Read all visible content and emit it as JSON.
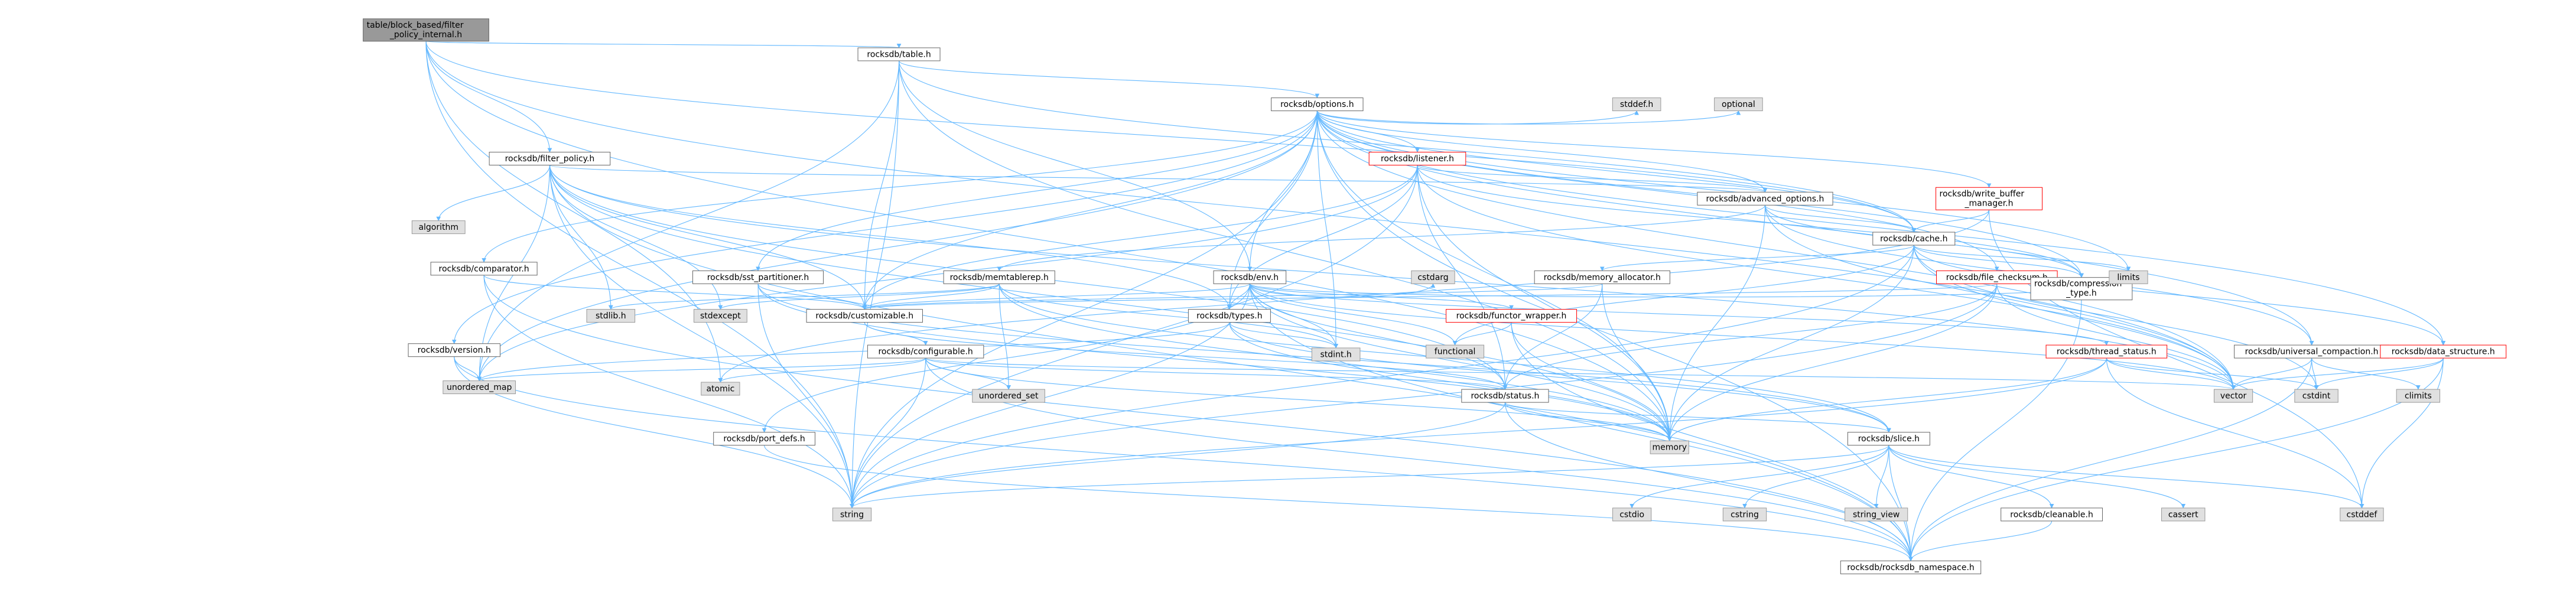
{
  "graph_title": "",
  "colors": {
    "root_fill": "#999999",
    "node_fill": "#ffffff",
    "node_border": "#666666",
    "system_fill": "#e0e0e0",
    "system_border": "#999999",
    "truncated_border": "#ff0000",
    "edge": "#63b8ff"
  },
  "nodes": {
    "root": {
      "lines": [
        "table/block_based/filter",
        "_policy_internal.h"
      ],
      "kind": "root"
    },
    "table": {
      "lines": [
        "rocksdb/table.h"
      ],
      "kind": "header"
    },
    "options": {
      "lines": [
        "rocksdb/options.h"
      ],
      "kind": "header"
    },
    "filter_policy": {
      "lines": [
        "rocksdb/filter_policy.h"
      ],
      "kind": "header"
    },
    "listener": {
      "lines": [
        "rocksdb/listener.h"
      ],
      "kind": "truncated"
    },
    "advanced_options": {
      "lines": [
        "rocksdb/advanced_options.h"
      ],
      "kind": "header"
    },
    "write_buffer_manager": {
      "lines": [
        "rocksdb/write_buffer",
        "_manager.h"
      ],
      "kind": "truncated"
    },
    "cache": {
      "lines": [
        "rocksdb/cache.h"
      ],
      "kind": "header"
    },
    "comparator": {
      "lines": [
        "rocksdb/comparator.h"
      ],
      "kind": "header"
    },
    "sst_partitioner": {
      "lines": [
        "rocksdb/sst_partitioner.h"
      ],
      "kind": "header"
    },
    "memtablerep": {
      "lines": [
        "rocksdb/memtablerep.h"
      ],
      "kind": "header"
    },
    "env": {
      "lines": [
        "rocksdb/env.h"
      ],
      "kind": "header"
    },
    "memory_allocator": {
      "lines": [
        "rocksdb/memory_allocator.h"
      ],
      "kind": "header"
    },
    "file_checksum": {
      "lines": [
        "rocksdb/file_checksum.h"
      ],
      "kind": "truncated"
    },
    "compression_type": {
      "lines": [
        "rocksdb/compression",
        "_type.h"
      ],
      "kind": "header"
    },
    "version": {
      "lines": [
        "rocksdb/version.h"
      ],
      "kind": "header"
    },
    "customizable": {
      "lines": [
        "rocksdb/customizable.h"
      ],
      "kind": "header"
    },
    "types": {
      "lines": [
        "rocksdb/types.h"
      ],
      "kind": "header"
    },
    "functor_wrapper": {
      "lines": [
        "rocksdb/functor_wrapper.h"
      ],
      "kind": "truncated"
    },
    "thread_status": {
      "lines": [
        "rocksdb/thread_status.h"
      ],
      "kind": "truncated"
    },
    "universal_compaction": {
      "lines": [
        "rocksdb/universal_compaction.h"
      ],
      "kind": "header"
    },
    "data_structure": {
      "lines": [
        "rocksdb/data_structure.h"
      ],
      "kind": "truncated"
    },
    "configurable": {
      "lines": [
        "rocksdb/configurable.h"
      ],
      "kind": "header"
    },
    "status": {
      "lines": [
        "rocksdb/status.h"
      ],
      "kind": "header"
    },
    "port_defs": {
      "lines": [
        "rocksdb/port_defs.h"
      ],
      "kind": "header"
    },
    "slice": {
      "lines": [
        "rocksdb/slice.h"
      ],
      "kind": "header"
    },
    "cleanable": {
      "lines": [
        "rocksdb/cleanable.h"
      ],
      "kind": "header"
    },
    "namespace": {
      "lines": [
        "rocksdb/rocksdb_namespace.h"
      ],
      "kind": "header"
    },
    "stddef_h": {
      "lines": [
        "stddef.h"
      ],
      "kind": "system"
    },
    "optional": {
      "lines": [
        "optional"
      ],
      "kind": "system"
    },
    "algorithm": {
      "lines": [
        "algorithm"
      ],
      "kind": "system"
    },
    "limits": {
      "lines": [
        "limits"
      ],
      "kind": "system"
    },
    "stdlib_h": {
      "lines": [
        "stdlib.h"
      ],
      "kind": "system"
    },
    "stdexcept": {
      "lines": [
        "stdexcept"
      ],
      "kind": "system"
    },
    "cstdarg": {
      "lines": [
        "cstdarg"
      ],
      "kind": "system"
    },
    "stdint_h": {
      "lines": [
        "stdint.h"
      ],
      "kind": "system"
    },
    "functional": {
      "lines": [
        "functional"
      ],
      "kind": "system"
    },
    "unordered_map": {
      "lines": [
        "unordered_map"
      ],
      "kind": "system"
    },
    "atomic": {
      "lines": [
        "atomic"
      ],
      "kind": "system"
    },
    "unordered_set": {
      "lines": [
        "unordered_set"
      ],
      "kind": "system"
    },
    "vector": {
      "lines": [
        "vector"
      ],
      "kind": "system"
    },
    "cstdint": {
      "lines": [
        "cstdint"
      ],
      "kind": "system"
    },
    "climits": {
      "lines": [
        "climits"
      ],
      "kind": "system"
    },
    "memory": {
      "lines": [
        "memory"
      ],
      "kind": "system"
    },
    "string": {
      "lines": [
        "string"
      ],
      "kind": "system"
    },
    "cstdio": {
      "lines": [
        "cstdio"
      ],
      "kind": "system"
    },
    "cstring": {
      "lines": [
        "cstring"
      ],
      "kind": "system"
    },
    "string_view": {
      "lines": [
        "string_view"
      ],
      "kind": "system"
    },
    "cassert": {
      "lines": [
        "cassert"
      ],
      "kind": "system"
    },
    "cstddef": {
      "lines": [
        "cstddef"
      ],
      "kind": "system"
    }
  },
  "edges": [
    [
      "root",
      "table"
    ],
    [
      "root",
      "filter_policy"
    ],
    [
      "root",
      "atomic"
    ],
    [
      "root",
      "memory"
    ],
    [
      "root",
      "string"
    ],
    [
      "root",
      "vector"
    ],
    [
      "root",
      "cache"
    ],
    [
      "table",
      "options"
    ],
    [
      "table",
      "customizable"
    ],
    [
      "table",
      "env"
    ],
    [
      "table",
      "cache"
    ],
    [
      "table",
      "memory"
    ],
    [
      "table",
      "string"
    ],
    [
      "table",
      "unordered_map"
    ],
    [
      "options",
      "advanced_options"
    ],
    [
      "options",
      "comparator"
    ],
    [
      "options",
      "compression_type"
    ],
    [
      "options",
      "customizable"
    ],
    [
      "options",
      "data_structure"
    ],
    [
      "options",
      "env"
    ],
    [
      "options",
      "file_checksum"
    ],
    [
      "options",
      "listener"
    ],
    [
      "options",
      "sst_partitioner"
    ],
    [
      "options",
      "types"
    ],
    [
      "options",
      "universal_compaction"
    ],
    [
      "options",
      "version"
    ],
    [
      "options",
      "write_buffer_manager"
    ],
    [
      "options",
      "stddef_h"
    ],
    [
      "options",
      "optional"
    ],
    [
      "options",
      "limits"
    ],
    [
      "options",
      "memory"
    ],
    [
      "options",
      "string"
    ],
    [
      "options",
      "unordered_map"
    ],
    [
      "options",
      "vector"
    ],
    [
      "options",
      "stdint_h"
    ],
    [
      "options",
      "cache"
    ],
    [
      "options",
      "namespace"
    ],
    [
      "filter_policy",
      "advanced_options"
    ],
    [
      "filter_policy",
      "customizable"
    ],
    [
      "filter_policy",
      "status"
    ],
    [
      "filter_policy",
      "types"
    ],
    [
      "filter_policy",
      "algorithm"
    ],
    [
      "filter_policy",
      "stdlib_h"
    ],
    [
      "filter_policy",
      "stdexcept"
    ],
    [
      "filter_policy",
      "memory"
    ],
    [
      "filter_policy",
      "string"
    ],
    [
      "filter_policy",
      "vector"
    ],
    [
      "filter_policy",
      "namespace"
    ],
    [
      "filter_policy",
      "unordered_map"
    ],
    [
      "listener",
      "advanced_options"
    ],
    [
      "listener",
      "compression_type"
    ],
    [
      "listener",
      "customizable"
    ],
    [
      "listener",
      "status"
    ],
    [
      "listener",
      "table_properties_hidden"
    ],
    [
      "listener",
      "types"
    ],
    [
      "listener",
      "memory"
    ],
    [
      "listener",
      "string"
    ],
    [
      "listener",
      "unordered_map"
    ],
    [
      "listener",
      "vector"
    ],
    [
      "advanced_options",
      "cache"
    ],
    [
      "advanced_options",
      "compression_type"
    ],
    [
      "advanced_options",
      "memtablerep"
    ],
    [
      "advanced_options",
      "universal_compaction"
    ],
    [
      "advanced_options",
      "memory"
    ],
    [
      "advanced_options",
      "vector"
    ],
    [
      "write_buffer_manager",
      "cache"
    ],
    [
      "write_buffer_manager",
      "atomic"
    ],
    [
      "write_buffer_manager",
      "cstddef"
    ],
    [
      "cache",
      "compression_type"
    ],
    [
      "cache",
      "data_structure"
    ],
    [
      "cache",
      "memory_allocator"
    ],
    [
      "cache",
      "cstdint"
    ],
    [
      "cache",
      "limits"
    ],
    [
      "cache",
      "memory"
    ],
    [
      "cache",
      "string"
    ],
    [
      "cache",
      "functional"
    ],
    [
      "cache",
      "vector"
    ],
    [
      "comparator",
      "customizable"
    ],
    [
      "comparator",
      "namespace"
    ],
    [
      "comparator",
      "string"
    ],
    [
      "sst_partitioner",
      "customizable"
    ],
    [
      "sst_partitioner",
      "slice"
    ],
    [
      "sst_partitioner",
      "string"
    ],
    [
      "sst_partitioner",
      "memory"
    ],
    [
      "memtablerep",
      "customizable"
    ],
    [
      "memtablerep",
      "slice"
    ],
    [
      "memtablerep",
      "stdint_h"
    ],
    [
      "memtablerep",
      "stdlib_h"
    ],
    [
      "memtablerep",
      "memory"
    ],
    [
      "memtablerep",
      "stdexcept"
    ],
    [
      "memtablerep",
      "unordered_set"
    ],
    [
      "env",
      "customizable"
    ],
    [
      "env",
      "functor_wrapper"
    ],
    [
      "env",
      "port_defs"
    ],
    [
      "env",
      "status"
    ],
    [
      "env",
      "thread_status"
    ],
    [
      "env",
      "types"
    ],
    [
      "env",
      "cstdarg"
    ],
    [
      "env",
      "stdint_h"
    ],
    [
      "env",
      "functional"
    ],
    [
      "env",
      "limits"
    ],
    [
      "env",
      "memory"
    ],
    [
      "env",
      "string"
    ],
    [
      "env",
      "vector"
    ],
    [
      "env",
      "namespace"
    ],
    [
      "memory_allocator",
      "customizable"
    ],
    [
      "memory_allocator",
      "status"
    ],
    [
      "memory_allocator",
      "memory"
    ],
    [
      "file_checksum",
      "customizable"
    ],
    [
      "file_checksum",
      "status"
    ],
    [
      "file_checksum",
      "memory"
    ],
    [
      "file_checksum",
      "string"
    ],
    [
      "file_checksum",
      "vector"
    ],
    [
      "compression_type",
      "namespace"
    ],
    [
      "version",
      "string"
    ],
    [
      "version",
      "unordered_map"
    ],
    [
      "version",
      "namespace"
    ],
    [
      "customizable",
      "configurable"
    ],
    [
      "customizable",
      "status"
    ],
    [
      "types",
      "slice"
    ],
    [
      "types",
      "stdint_h"
    ],
    [
      "types",
      "memory"
    ],
    [
      "types",
      "unordered_map"
    ],
    [
      "functor_wrapper",
      "memory"
    ],
    [
      "functor_wrapper",
      "functional"
    ],
    [
      "functor_wrapper",
      "utility_hidden"
    ],
    [
      "functor_wrapper",
      "namespace"
    ],
    [
      "thread_status",
      "cstddef"
    ],
    [
      "thread_status",
      "cstdint"
    ],
    [
      "thread_status",
      "memory"
    ],
    [
      "thread_status",
      "string"
    ],
    [
      "thread_status",
      "vector"
    ],
    [
      "universal_compaction",
      "climits"
    ],
    [
      "universal_compaction",
      "cstdint"
    ],
    [
      "universal_compaction",
      "vector"
    ],
    [
      "universal_compaction",
      "namespace"
    ],
    [
      "data_structure",
      "cstddef"
    ],
    [
      "data_structure",
      "cstdint"
    ],
    [
      "data_structure",
      "vector"
    ],
    [
      "data_structure",
      "namespace"
    ],
    [
      "configurable",
      "atomic"
    ],
    [
      "configurable",
      "string"
    ],
    [
      "configurable",
      "memory"
    ],
    [
      "configurable",
      "unordered_map"
    ],
    [
      "configurable",
      "unordered_set"
    ],
    [
      "configurable",
      "vector"
    ],
    [
      "configurable",
      "status"
    ],
    [
      "configurable",
      "namespace"
    ],
    [
      "status",
      "memory"
    ],
    [
      "status",
      "string"
    ],
    [
      "status",
      "slice"
    ],
    [
      "status",
      "namespace"
    ],
    [
      "port_defs",
      "namespace"
    ],
    [
      "slice",
      "cassert"
    ],
    [
      "slice",
      "cstdio"
    ],
    [
      "slice",
      "cstddef"
    ],
    [
      "slice",
      "cstring"
    ],
    [
      "slice",
      "string"
    ],
    [
      "slice",
      "string_view"
    ],
    [
      "slice",
      "cleanable"
    ],
    [
      "slice",
      "namespace"
    ],
    [
      "cleanable",
      "namespace"
    ]
  ]
}
